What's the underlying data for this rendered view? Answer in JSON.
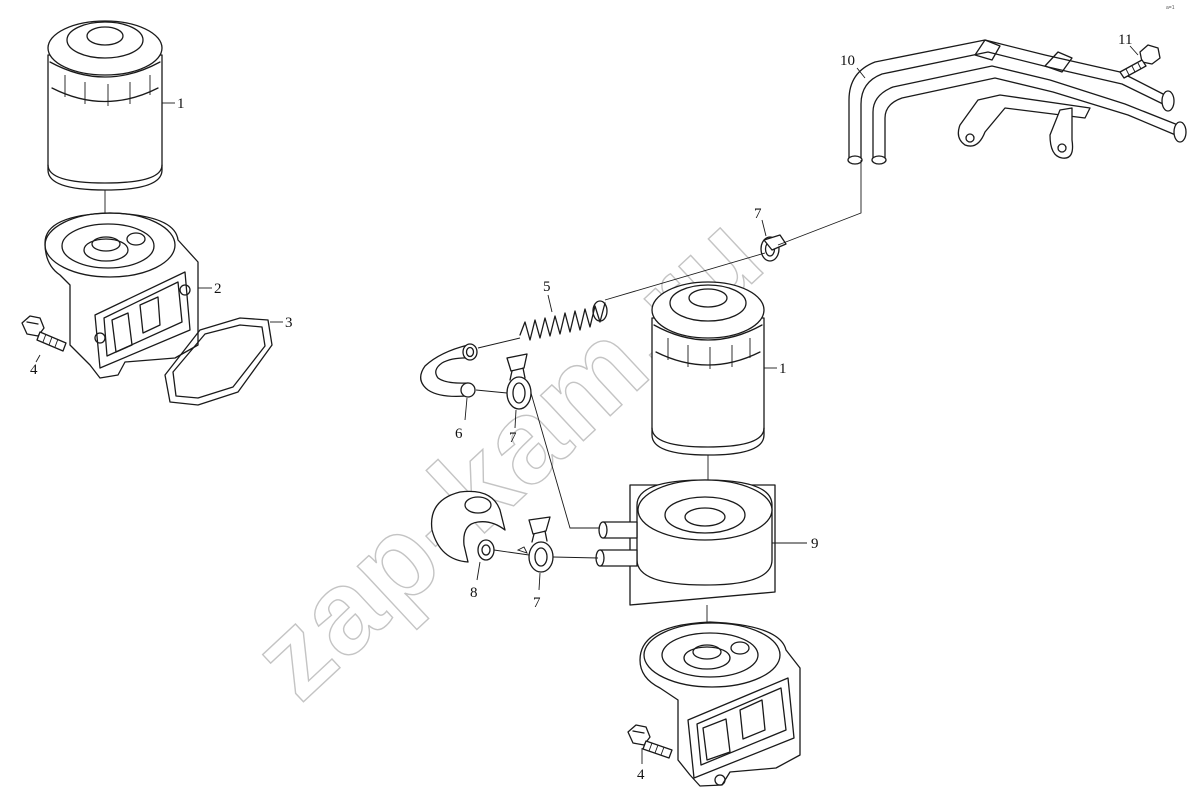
{
  "watermark": "zap-kam.ru",
  "corner_mark": "a=1",
  "callouts": {
    "c1_left": "1",
    "c2": "2",
    "c3": "3",
    "c4_left": "4",
    "c1_right": "1",
    "c4_bottom": "4",
    "c5": "5",
    "c6": "6",
    "c7_upper": "7",
    "c7_middle": "7",
    "c7_lower": "7",
    "c8": "8",
    "c9": "9",
    "c10": "10",
    "c11": "11"
  }
}
